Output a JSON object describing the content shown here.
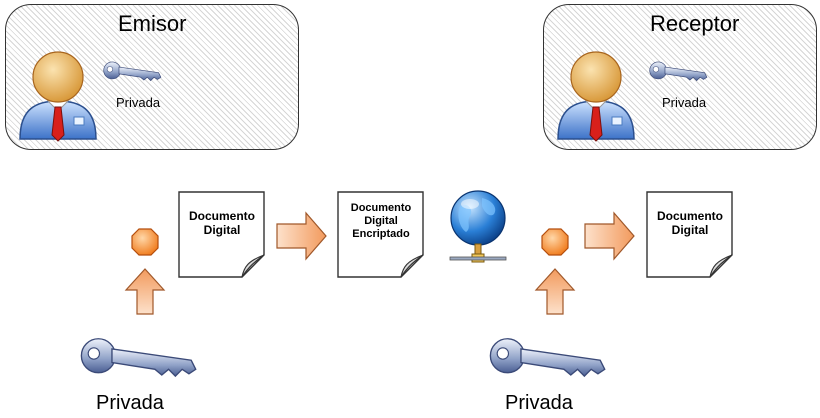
{
  "sender": {
    "title": "Emisor",
    "key_label": "Privada"
  },
  "receiver": {
    "title": "Receptor",
    "key_label": "Privada"
  },
  "flow": {
    "doc1": [
      "Documento",
      "Digital"
    ],
    "doc2": [
      "Documento",
      "Digital",
      "Encriptado"
    ],
    "doc3": [
      "Documento",
      "Digital"
    ],
    "key_left_label": "Privada",
    "key_right_label": "Privada"
  },
  "icons": [
    "user-icon",
    "key-icon",
    "stop-icon",
    "up-arrow-icon",
    "right-arrow-icon",
    "globe-network-icon",
    "document-icon"
  ]
}
